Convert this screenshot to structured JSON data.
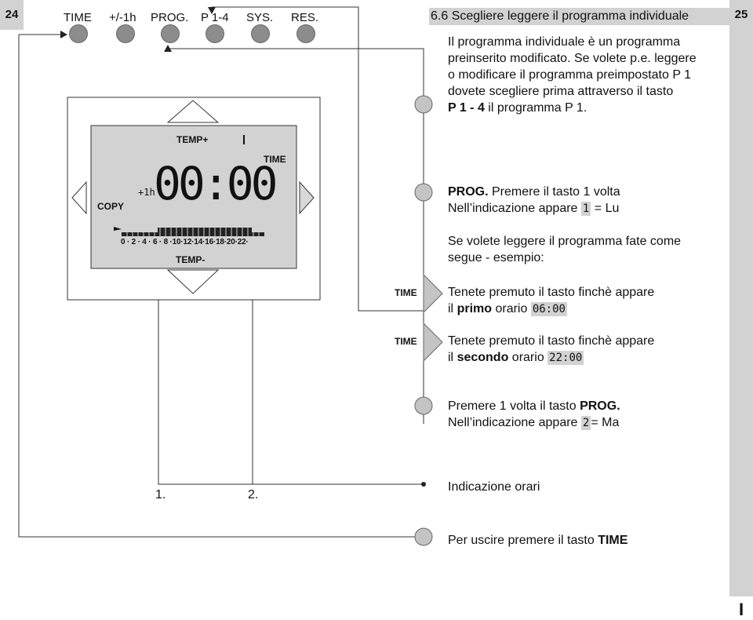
{
  "page_left": "24",
  "page_right": "25",
  "side_marker": "I",
  "buttons": [
    "TIME",
    "+/-1h",
    "PROG.",
    "P 1-4",
    "SYS.",
    "RES."
  ],
  "display": {
    "temp_plus": "TEMP+",
    "temp_minus": "TEMP-",
    "time": "TIME",
    "copy": "COPY",
    "plus1h": "+1h",
    "clock": "00:00",
    "program_digit": "1",
    "ticks": "0 · 2 · 4 · 6 · 8 ·10·12·14·16·18·20·22·"
  },
  "callouts": [
    "1.",
    "2."
  ],
  "section": {
    "title": "6.6 Scegliere leggere il programma individuale",
    "intro": [
      "Il programma individuale è un programma",
      "preinserito modificato. Se volete p.e. leggere",
      "o modificare il programma preimpostato P 1",
      "dovete scegliere prima attraverso il tasto"
    ],
    "intro_last_bold": "P 1 - 4",
    "intro_last_rest": " il programma P 1.",
    "prog_bold": "PROG.",
    "prog_rest": " Premere il tasto 1 volta",
    "nell_text": "Nell’indicazione appare",
    "day1_digit": "1",
    "day1_suffix": "= Lu",
    "read_line1": "Se volete leggere il programma fate come",
    "read_line2": "segue - esempio:",
    "time_label": "TIME",
    "step1_line1": "Tenete premuto il tasto finchè appare",
    "step1_pre": "il ",
    "step1_bold": "primo",
    "step1_post": " orario",
    "step1_time": "06:00",
    "step2_line1": "Tenete premuto il tasto finchè appare",
    "step2_pre": "il ",
    "step2_bold": "secondo",
    "step2_post": " orario",
    "step2_time": "22:00",
    "press_pre": "Premere 1 volta il tasto ",
    "press_bold": "PROG.",
    "day2_digit": "2",
    "day2_suffix": "= Ma",
    "indicazione": "Indicazione orari",
    "exit_pre": "Per uscire premere il tasto ",
    "exit_bold": "TIME"
  }
}
